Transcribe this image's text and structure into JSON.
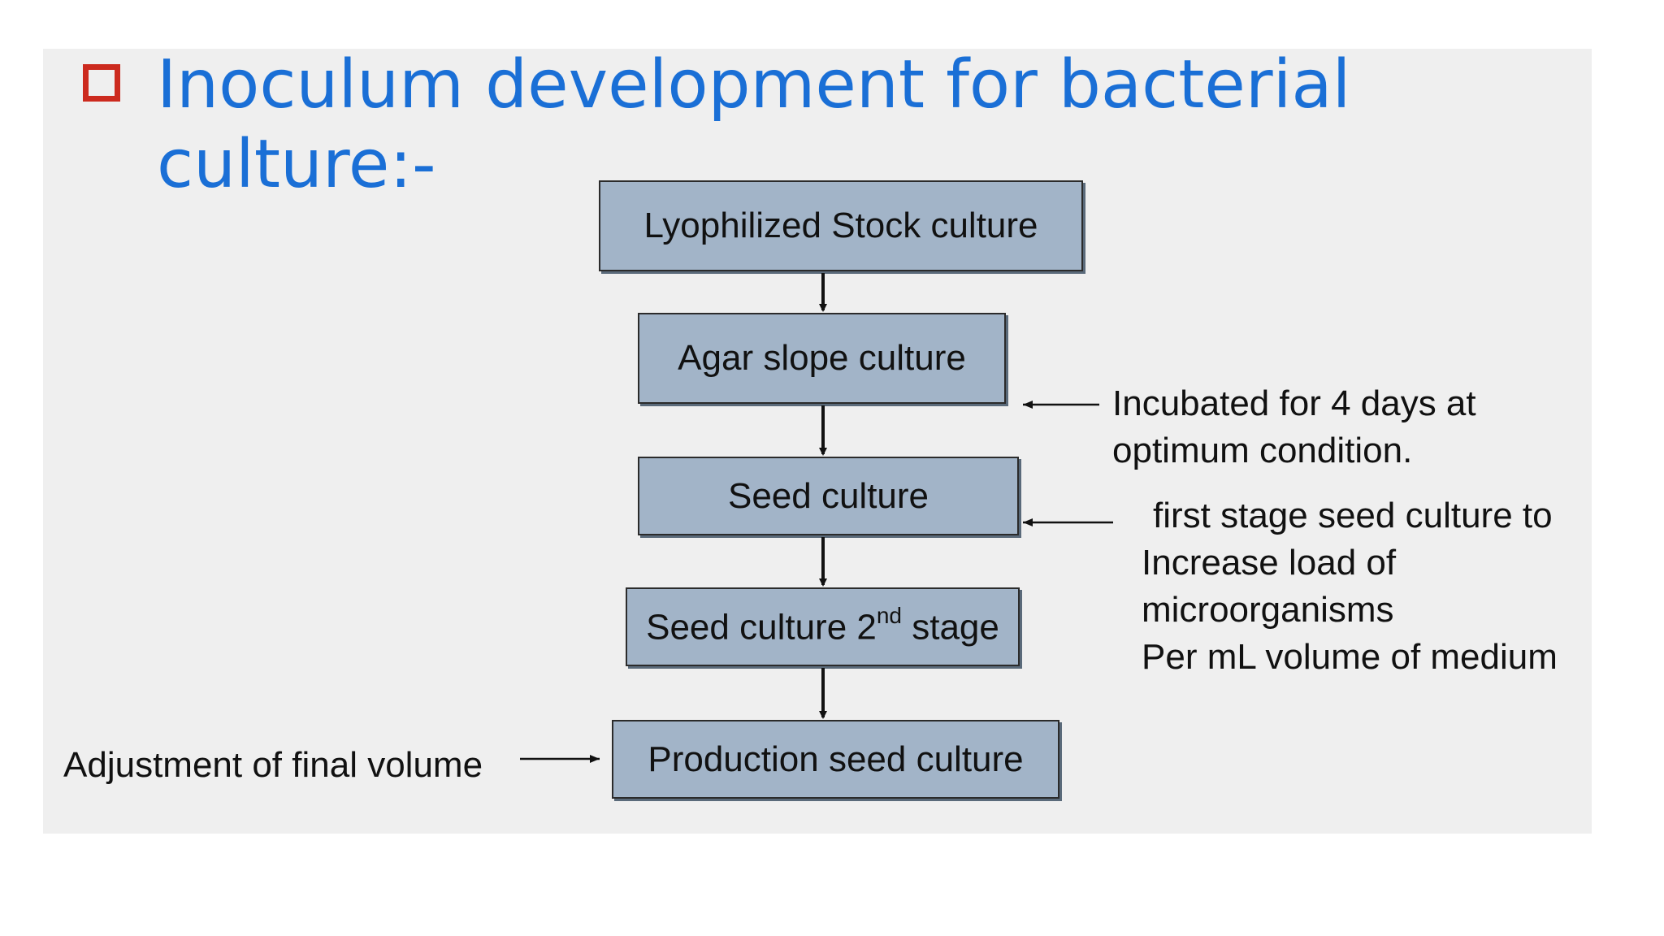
{
  "title": {
    "line1": "Inoculum development for bacterial",
    "line2": "culture:-"
  },
  "bullet_icon": "square-bullet-icon",
  "colors": {
    "title": "#1a6fd6",
    "bullet": "#cc2a1e",
    "box_fill": "#a2b4c8",
    "background": "#efefef"
  },
  "flow": {
    "steps": [
      {
        "label": "Lyophilized Stock culture"
      },
      {
        "label": "Agar slope culture"
      },
      {
        "label": "Seed culture"
      },
      {
        "label_main": "Seed culture 2",
        "label_sup": "nd",
        "label_tail": " stage"
      },
      {
        "label": "Production seed culture"
      }
    ]
  },
  "notes": {
    "incubation": {
      "line1": "Incubated for 4 days at",
      "line2": "optimum condition."
    },
    "first_stage": {
      "line1": "first stage seed culture to",
      "line2": "Increase load of",
      "line3": "microorganisms",
      "line4": "Per mL volume of medium"
    },
    "adjustment": "Adjustment of final volume"
  }
}
